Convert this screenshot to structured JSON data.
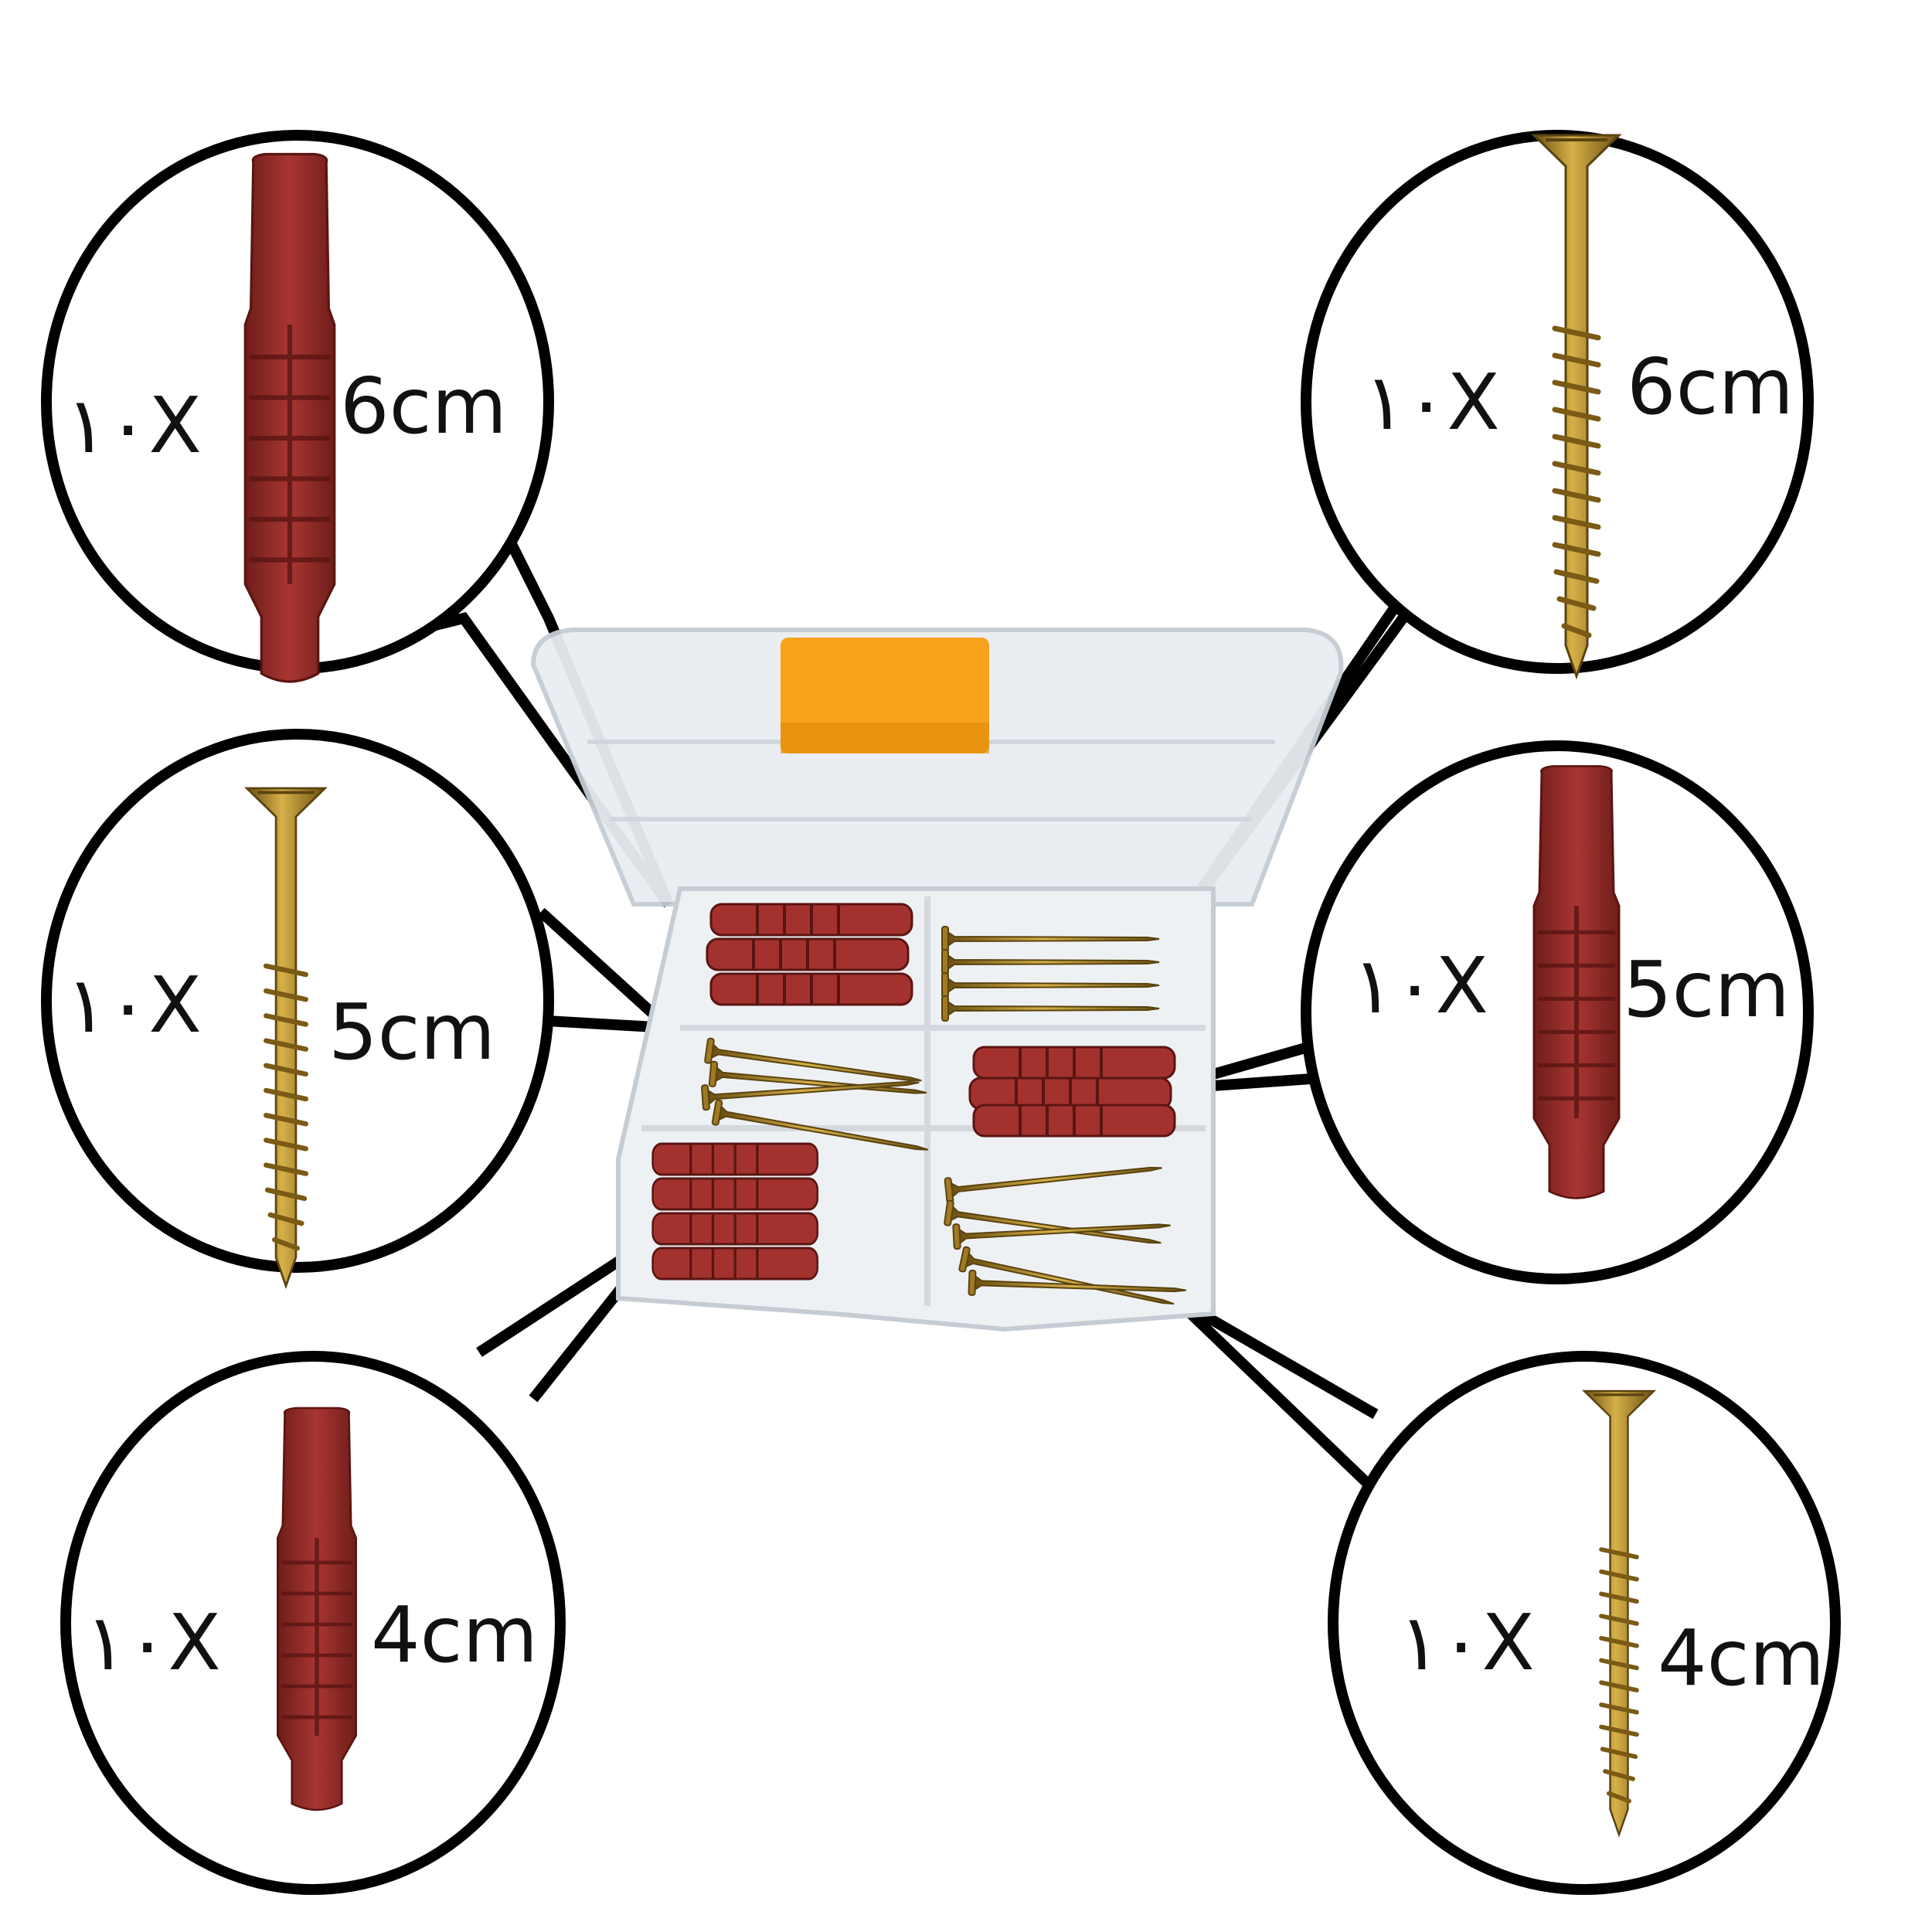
{
  "colors": {
    "plug_red": "#9c2f2b",
    "plug_shadow": "#6f1d1a",
    "screw_brass": "#b38a2a",
    "screw_dark": "#6b4f12",
    "box_plastic": "#e9eef2",
    "lid_tab_orange": "#f7a21b",
    "callout_outline": "#000000"
  },
  "callouts": [
    {
      "item": "wall-plug-icon",
      "qty": "١٠X",
      "size": "6cm"
    },
    {
      "item": "wood-screw-icon",
      "qty": "١٠X",
      "size": "6cm"
    },
    {
      "item": "wood-screw-icon",
      "qty": "١٠X",
      "size": "5cm"
    },
    {
      "item": "wall-plug-icon",
      "qty": "١٠X",
      "size": "5cm"
    },
    {
      "item": "wall-plug-icon",
      "qty": "١٠X",
      "size": "4cm"
    },
    {
      "item": "wood-screw-icon",
      "qty": "١٠X",
      "size": "4cm"
    }
  ]
}
